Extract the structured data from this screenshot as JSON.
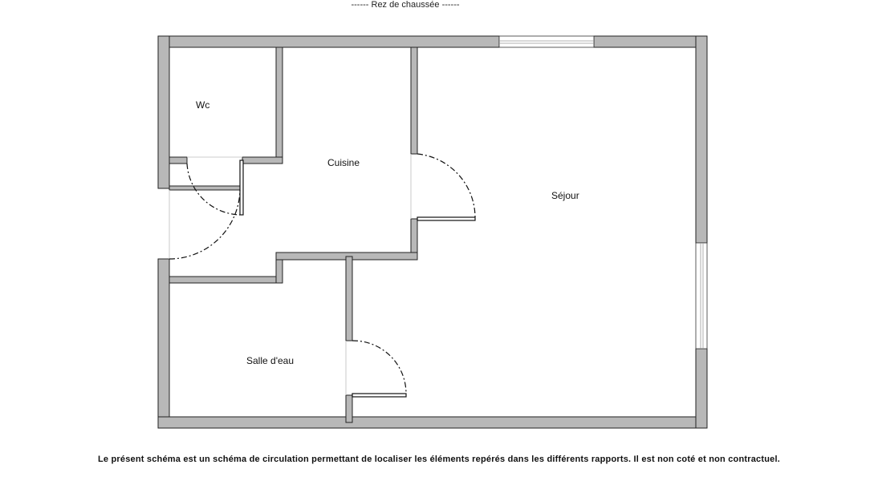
{
  "header": {
    "level_title": "Rez de chaussée"
  },
  "rooms": {
    "wc": "Wc",
    "kitchen": "Cuisine",
    "living": "Séjour",
    "bathroom": "Salle d'eau"
  },
  "footer": {
    "disclaimer": "Le présent schéma est un schéma de circulation permettant de localiser les éléments repérés dans les différents rapports. Il est non coté et non contractuel."
  },
  "colors": {
    "wall_fill": "#b8b8b8",
    "wall_stroke": "#222222",
    "background": "#ffffff"
  }
}
